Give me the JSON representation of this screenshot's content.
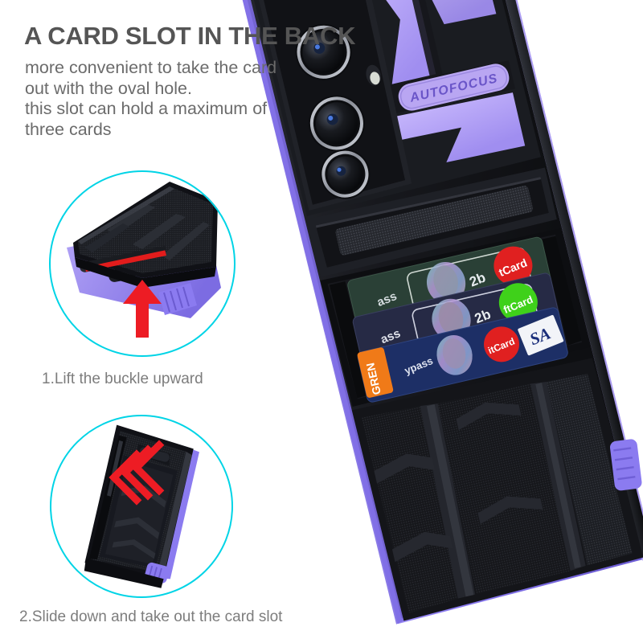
{
  "meta": {
    "kind": "product-marketing-infographic",
    "subject": "rugged phone case with card slot",
    "background_color": "#ffffff"
  },
  "headline": {
    "text": "A CARD SLOT IN THE BACK",
    "color": "#555555"
  },
  "subcopy": {
    "color": "#6b6b6b",
    "lines": [
      "more convenient to take the card",
      "out with the oval hole.",
      "this slot can hold a maximum of",
      "three cards"
    ]
  },
  "steps": [
    {
      "id": "step-1",
      "caption": "1.Lift the buckle upward",
      "annotation_icon": "up-arrow-icon",
      "annotation_color": "#ed1c24",
      "circle_color": "#00d4e6"
    },
    {
      "id": "step-2",
      "caption": "2.Slide down and take out the card slot",
      "annotation_icon": "double-chevron-down-icon",
      "annotation_color": "#ed1c24",
      "circle_color": "#00d4e6"
    }
  ],
  "caption_color": "#7d7d7d",
  "product": {
    "badge_label": "AUTOFOCUS",
    "badge_text_color": "#6a55c8",
    "badge_fill_color": "#b9a6f2",
    "bumper_color": "#8b7bf0",
    "bumper_color_light": "#a695f5",
    "shell_color": "#15161a",
    "shell_color_light": "#2a2c33",
    "accent_panel_color": "#b5a2f2",
    "camera_count": 3,
    "camera_ring_color": "#b9bcc4",
    "lens_glint_color": "#3f6fd8",
    "kickstand_label": "textured-kickstand-bar"
  },
  "cards": [
    {
      "id": "card-top",
      "fill": "#2a4036",
      "partial_text": "ass",
      "number_fragment": "2b",
      "logo_circle_color": "#e02020",
      "logo_text": "tCard"
    },
    {
      "id": "card-middle",
      "fill": "#262a45",
      "partial_text": "ass",
      "number_fragment": "2b",
      "logo_circle_color": "#3fd11a",
      "logo_text": "ftCard"
    },
    {
      "id": "card-bottom",
      "fill": "#1d2f66",
      "partial_text": "ypass",
      "logo_circle_color": "#e02020",
      "logo_text": "itCard",
      "secondary_logo_text": "SA",
      "secondary_logo_color": "#1a2e7a",
      "tab_text": "GREN",
      "tab_color": "#f07a18"
    }
  ]
}
